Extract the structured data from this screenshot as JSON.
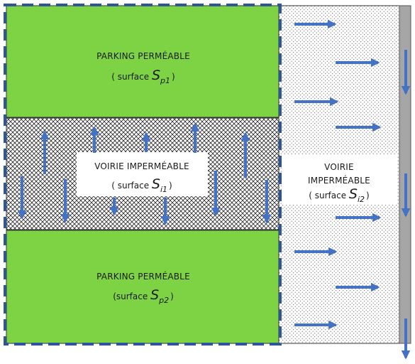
{
  "zones": {
    "parking_top": {
      "title": "PARKING PERMÉABLE",
      "surface_prefix": "( surface ",
      "symbol": "S",
      "subscript": "p1",
      "surface_suffix": ")",
      "color": "#7ed344"
    },
    "road_middle": {
      "title": "VOIRIE IMPERMÉABLE",
      "surface_prefix": "( surface ",
      "symbol": "S",
      "subscript": "i1",
      "surface_suffix": ")"
    },
    "parking_bottom": {
      "title": "PARKING PERMÉABLE",
      "surface_prefix": "(surface ",
      "symbol": "S",
      "subscript": "p2",
      "surface_suffix": ")",
      "color": "#7ed344"
    },
    "road_right": {
      "title_line1": "VOIRIE",
      "title_line2": "IMPERMÉABLE",
      "surface_prefix": "( surface ",
      "symbol": "S",
      "subscript": "i2",
      "surface_suffix": ")"
    }
  },
  "colors": {
    "arrow": "#4472c4",
    "dashed_border": "#2e5597",
    "gutter": "#a6a6a6"
  }
}
